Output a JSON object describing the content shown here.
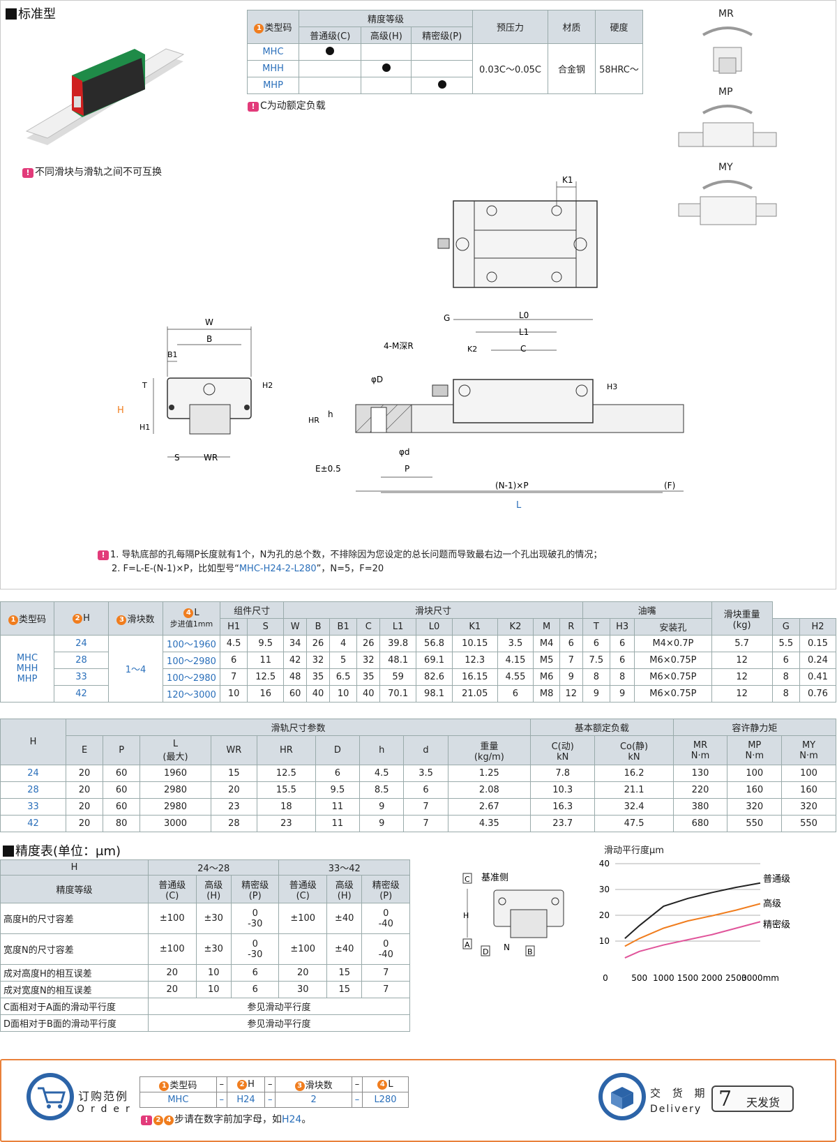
{
  "title": "标准型",
  "note_interchange": "不同滑块与滑轨之间不可互换",
  "spec_table": {
    "type_code_label": "类型码",
    "precision_label": "精度等级",
    "grades": [
      "普通级(C)",
      "高级(H)",
      "精密级(P)"
    ],
    "preload_label": "预压力",
    "material_label": "材质",
    "hardness_label": "硬度",
    "rows": [
      {
        "code": "MHC",
        "col": 0
      },
      {
        "code": "MHH",
        "col": 1
      },
      {
        "code": "MHP",
        "col": 2
      }
    ],
    "preload": "0.03C～0.05C",
    "material": "合金钢",
    "hardness": "58HRC～",
    "note": "C为动额定负载"
  },
  "moment_labels": {
    "mr": "MR",
    "mp": "MP",
    "my": "MY"
  },
  "drawing_labels": {
    "W": "W",
    "B": "B",
    "B1": "B1",
    "T": "T",
    "H": "H",
    "H1": "H1",
    "H2": "H2",
    "S": "S",
    "WR": "WR",
    "K1": "K1",
    "G": "G",
    "L0": "L0",
    "L1": "L1",
    "K2": "K2",
    "C": "C",
    "M": "4-M深R",
    "H3": "H3",
    "phiD": "φD",
    "h": "h",
    "HR": "HR",
    "phid": "φd",
    "E": "E±0.5",
    "P": "P",
    "NP": "(N-1)×P",
    "F": "(F)",
    "L": "L"
  },
  "notes": [
    "1. 导轨底部的孔每隔P长度就有1个，N为孔的总个数，不排除因为您设定的总长问题而导致最右边一个孔出现破孔的情况；",
    "2. F=L-E-(N-1)×P，比如型号“",
    "MHC-H24-2-L280",
    "”，N=5，F=20"
  ],
  "dim_table": {
    "h_type": "类型码",
    "h_H": "H",
    "h_num": "滑块数",
    "h_L": "L",
    "h_step": "步进值1mm",
    "h_comp": "组件尺寸",
    "h_block": "滑块尺寸",
    "h_oil": "油嘴",
    "h_weight": "滑块重量",
    "h_kg": "(kg)",
    "sub": [
      "H1",
      "S",
      "W",
      "B",
      "B1",
      "C",
      "L1",
      "L0",
      "K1",
      "K2",
      "M",
      "R",
      "T",
      "H3",
      "安装孔",
      "G",
      "H2"
    ],
    "types": [
      "MHC",
      "MHH",
      "MHP"
    ],
    "blocks": "1～4",
    "rows": [
      [
        "24",
        "100～1960",
        "4.5",
        "9.5",
        "34",
        "26",
        "4",
        "26",
        "39.8",
        "56.8",
        "10.15",
        "3.5",
        "M4",
        "6",
        "6",
        "6",
        "M4×0.7P",
        "5.7",
        "5.5",
        "0.15"
      ],
      [
        "28",
        "100～2980",
        "6",
        "11",
        "42",
        "32",
        "5",
        "32",
        "48.1",
        "69.1",
        "12.3",
        "4.15",
        "M5",
        "7",
        "7.5",
        "6",
        "M6×0.75P",
        "12",
        "6",
        "0.24"
      ],
      [
        "33",
        "100～2980",
        "7",
        "12.5",
        "48",
        "35",
        "6.5",
        "35",
        "59",
        "82.6",
        "16.15",
        "4.55",
        "M6",
        "9",
        "8",
        "8",
        "M6×0.75P",
        "12",
        "8",
        "0.41"
      ],
      [
        "42",
        "120～3000",
        "10",
        "16",
        "60",
        "40",
        "10",
        "40",
        "70.1",
        "98.1",
        "21.05",
        "6",
        "M8",
        "12",
        "9",
        "9",
        "M6×0.75P",
        "12",
        "8",
        "0.76"
      ]
    ]
  },
  "rail_table": {
    "h_H": "H",
    "h_rail": "滑轨尺寸参数",
    "h_load": "基本额定负载",
    "h_moment": "容许静力矩",
    "sub": [
      "E",
      "P",
      "L",
      "(最大)",
      "WR",
      "HR",
      "D",
      "h",
      "d",
      "重量",
      "(kg/m)",
      "C(动)",
      "kN",
      "Co(静)",
      "kN",
      "MR",
      "N·m",
      "MP",
      "N·m",
      "MY",
      "N·m"
    ],
    "rows": [
      [
        "24",
        "20",
        "60",
        "1960",
        "15",
        "12.5",
        "6",
        "4.5",
        "3.5",
        "1.25",
        "7.8",
        "16.2",
        "130",
        "100",
        "100"
      ],
      [
        "28",
        "20",
        "60",
        "2980",
        "20",
        "15.5",
        "9.5",
        "8.5",
        "6",
        "2.08",
        "10.3",
        "21.1",
        "220",
        "160",
        "160"
      ],
      [
        "33",
        "20",
        "60",
        "2980",
        "23",
        "18",
        "11",
        "9",
        "7",
        "2.67",
        "16.3",
        "32.4",
        "380",
        "320",
        "320"
      ],
      [
        "42",
        "20",
        "80",
        "3000",
        "28",
        "23",
        "11",
        "9",
        "7",
        "4.35",
        "23.7",
        "47.5",
        "680",
        "550",
        "550"
      ]
    ]
  },
  "precision": {
    "title": "精度表(单位：μm)",
    "h_H": "H",
    "h_grade": "精度等级",
    "g1": "24～28",
    "g2": "33～42",
    "grades": [
      [
        "普通级",
        "(C)"
      ],
      [
        "高级",
        "(H)"
      ],
      [
        "精密级",
        "(P)"
      ],
      [
        "普通级",
        "(C)"
      ],
      [
        "高级",
        "(H)"
      ],
      [
        "精密级",
        "(P)"
      ]
    ],
    "rows": [
      {
        "label": "高度H的尺寸容差",
        "v": [
          "±100",
          "±30",
          "0",
          "-30",
          "±100",
          "±40",
          "0",
          "-40"
        ]
      },
      {
        "label": "宽度N的尺寸容差",
        "v": [
          "±100",
          "±30",
          "0",
          "-30",
          "±100",
          "±40",
          "0",
          "-40"
        ]
      },
      {
        "label": "成对高度H的相互误差",
        "v": [
          "20",
          "10",
          "6",
          "20",
          "15",
          "7"
        ]
      },
      {
        "label": "成对宽度N的相互误差",
        "v": [
          "20",
          "10",
          "6",
          "30",
          "15",
          "7"
        ]
      },
      {
        "label": "C面相对于A面的滑动平行度",
        "merged": "参见滑动平行度"
      },
      {
        "label": "D面相对于B面的滑动平行度",
        "merged": "参见滑动平行度"
      }
    ],
    "diagram": {
      "ref": "基准侧",
      "C": "C",
      "A": "A",
      "D": "D",
      "B": "B",
      "N": "N",
      "H": "H"
    }
  },
  "chart_data": {
    "type": "line",
    "title": "滑动平行度μm",
    "x_ticks": [
      "0",
      "500",
      "1000",
      "1500",
      "2000",
      "2500",
      "3000mm"
    ],
    "y_ticks": [
      "10",
      "20",
      "30",
      "40"
    ],
    "xlim": [
      0,
      3000
    ],
    "ylim": [
      0,
      40
    ],
    "series": [
      {
        "name": "普通级",
        "color": "#222222",
        "x": [
          200,
          500,
          1000,
          1500,
          2000,
          2500,
          3000
        ],
        "y": [
          11,
          16,
          23.5,
          26.5,
          28.8,
          30.8,
          32.5
        ]
      },
      {
        "name": "高级",
        "color": "#f07d1e",
        "x": [
          200,
          500,
          1000,
          1500,
          2000,
          2500,
          3000
        ],
        "y": [
          8,
          11,
          15,
          17.8,
          19.8,
          22,
          24.5
        ]
      },
      {
        "name": "精密级",
        "color": "#e0549a",
        "x": [
          200,
          500,
          1000,
          1500,
          2000,
          2500,
          3000
        ],
        "y": [
          3.5,
          6,
          8.5,
          10.5,
          12.5,
          15,
          17.5
        ]
      }
    ]
  },
  "order": {
    "label_cn": "订购范例",
    "label_en": "Order",
    "heads": [
      "类型码",
      "–",
      "H",
      "–",
      "滑块数",
      "–",
      "L"
    ],
    "vals": [
      "MHC",
      "–",
      "H24",
      "–",
      "2",
      "–",
      "L280"
    ],
    "note": "步请在数字前加字母，如",
    "note_example": "H24",
    "note_end": "。",
    "delivery_cn": "交 货 期",
    "delivery_en": "Delivery",
    "days": "7",
    "days_label": "天发货"
  }
}
